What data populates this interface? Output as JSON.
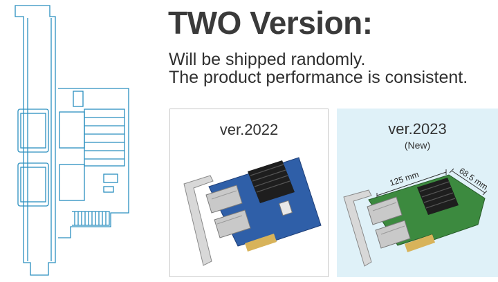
{
  "headline": "TWO Version:",
  "subtext": {
    "line1": "Will be shipped randomly.",
    "line2": "The product performance is consistent."
  },
  "versions": [
    {
      "label": "ver.2022",
      "note": ""
    },
    {
      "label": "ver.2023",
      "note": "(New)"
    }
  ],
  "dimensions": {
    "length": "125 mm",
    "height": "68.5 mm"
  },
  "colors": {
    "blueprint_line": "#2a8fbf",
    "headline_text": "#3a3a3a",
    "panel_2023_bg": "#dff1f8",
    "pcb_2022": "#2f5fa8",
    "pcb_2023": "#3c8a3f",
    "heatsink": "#1e1e1e"
  }
}
